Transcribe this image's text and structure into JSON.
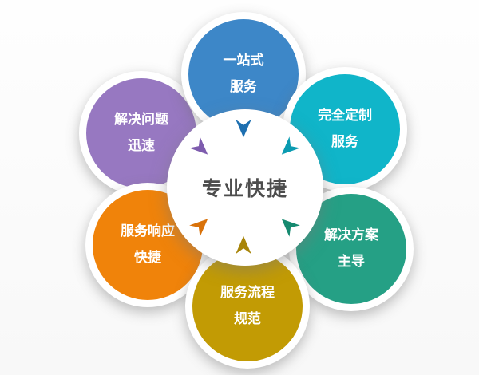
{
  "diagram": {
    "background_color": "#fbfbfb",
    "center": {
      "label": "专业快捷",
      "bg_color": "#ffffff",
      "text_color": "#4d4d4d"
    },
    "nodes": {
      "top": {
        "line1": "一站式",
        "line2": "服务",
        "color": "#3d87c8",
        "arrow_color": "#1d6fb0"
      },
      "top_left": {
        "line1": "解决问题",
        "line2": "迅速",
        "color": "#9778c1",
        "arrow_color": "#7e5cae"
      },
      "top_right": {
        "line1": "完全定制",
        "line2": "服务",
        "color": "#10b5c9",
        "arrow_color": "#0a9bb1"
      },
      "bottom_left": {
        "line1": "服务响应",
        "line2": "快捷",
        "color": "#f0830a",
        "arrow_color": "#d9720a"
      },
      "bottom": {
        "line1": "服务流程",
        "line2": "规范",
        "color": "#c29b04",
        "arrow_color": "#a8850a"
      },
      "bottom_right": {
        "line1": "解决方案",
        "line2": "主导",
        "color": "#25a085",
        "arrow_color": "#168a70"
      }
    }
  }
}
